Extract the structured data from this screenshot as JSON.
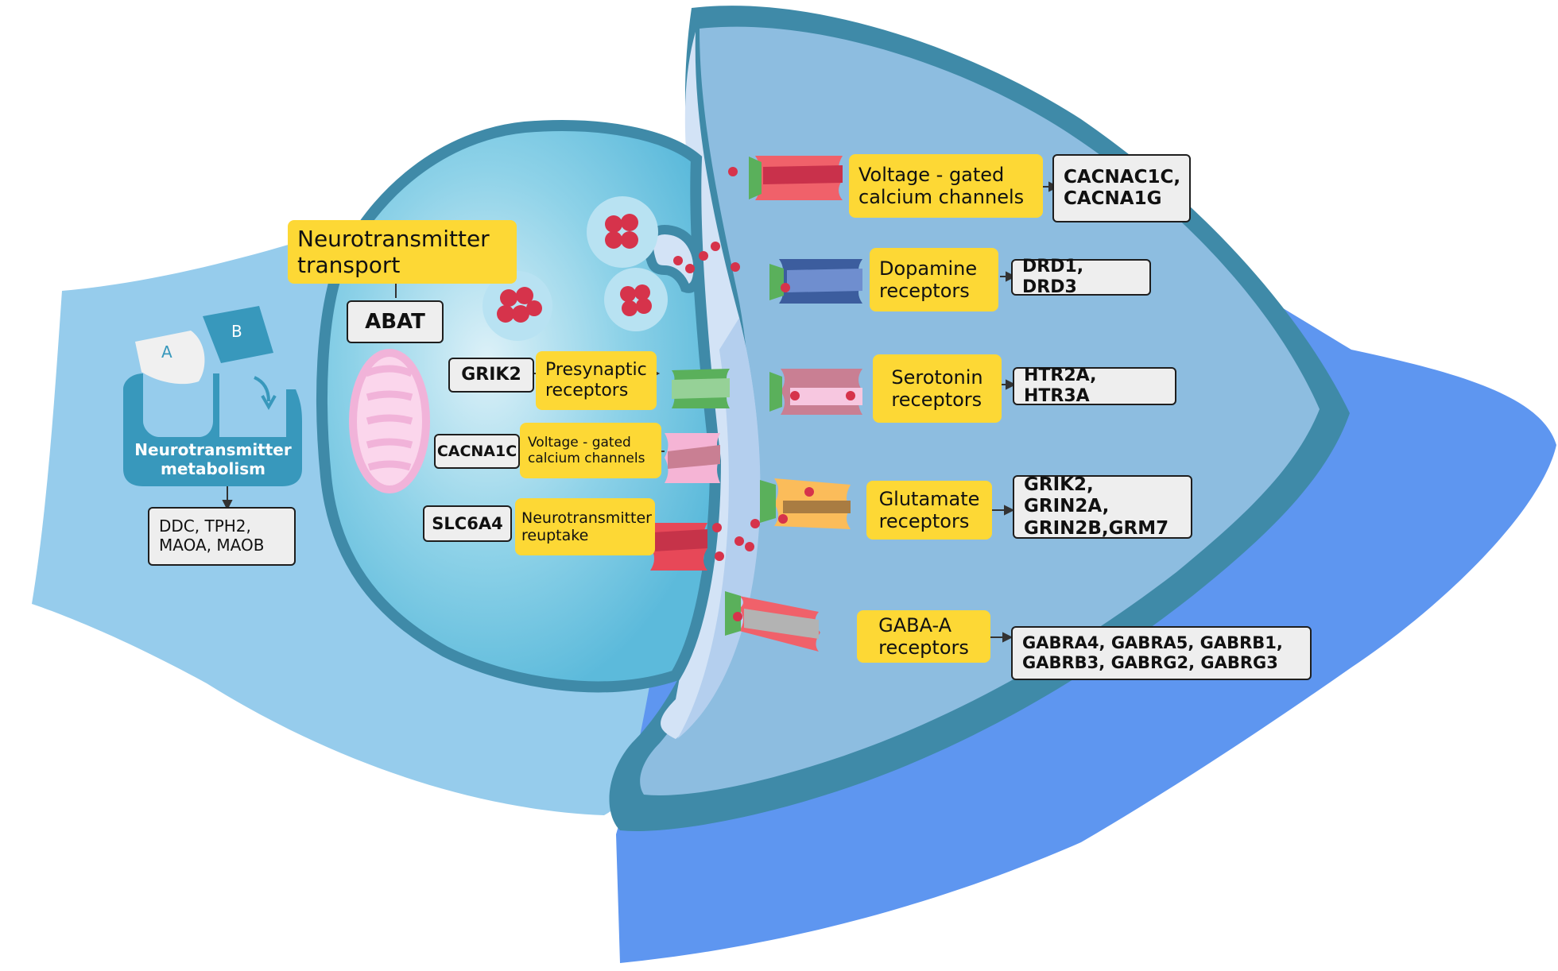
{
  "labels": {
    "nt_transport": "Neurotransmitter\ntransport",
    "abat": "ABAT",
    "grik2_pre": "GRIK2",
    "presynaptic": "Presynaptic\nreceptors",
    "cacna1c_pre": "CACNA1C",
    "vgcc_pre": "Voltage - gated\ncalcium channels",
    "slc6a4": "SLC6A4",
    "reuptake": "Neurotransmitter\nreuptake",
    "metabolism": "Neurotransmitter\nmetabolism",
    "metab_genes": "DDC, TPH2,\nMAOA, MAOB",
    "enzyme_a": "A",
    "enzyme_b": "B",
    "vgcc_post": "Voltage - gated\ncalcium channels",
    "vgcc_genes": "CACNAC1C,\nCACNA1G",
    "dopamine": "Dopamine\nreceptors",
    "dopamine_genes": "DRD1, DRD3",
    "serotonin": "Serotonin\nreceptors",
    "serotonin_genes": "HTR2A, HTR3A",
    "glutamate": "Glutamate\nreceptors",
    "glutamate_genes": "GRIK2, GRIN2A,\nGRIN2B,GRM7",
    "gaba": "GABA-A\nreceptors",
    "gaba_genes": "GABRA4, GABRA5, GABRB1,\nGABRB3, GABRG2, GABRG3"
  },
  "colors": {
    "axon": "#96ccec",
    "post_outer": "#5e96f0",
    "membrane": "#3f8aa8",
    "post_inner": "#8dbde0",
    "cleft": "#d3e3f6",
    "terminal": "#5cbadb",
    "label_yellow": "#fdd835",
    "vesicle_dot": "#d6334b"
  }
}
